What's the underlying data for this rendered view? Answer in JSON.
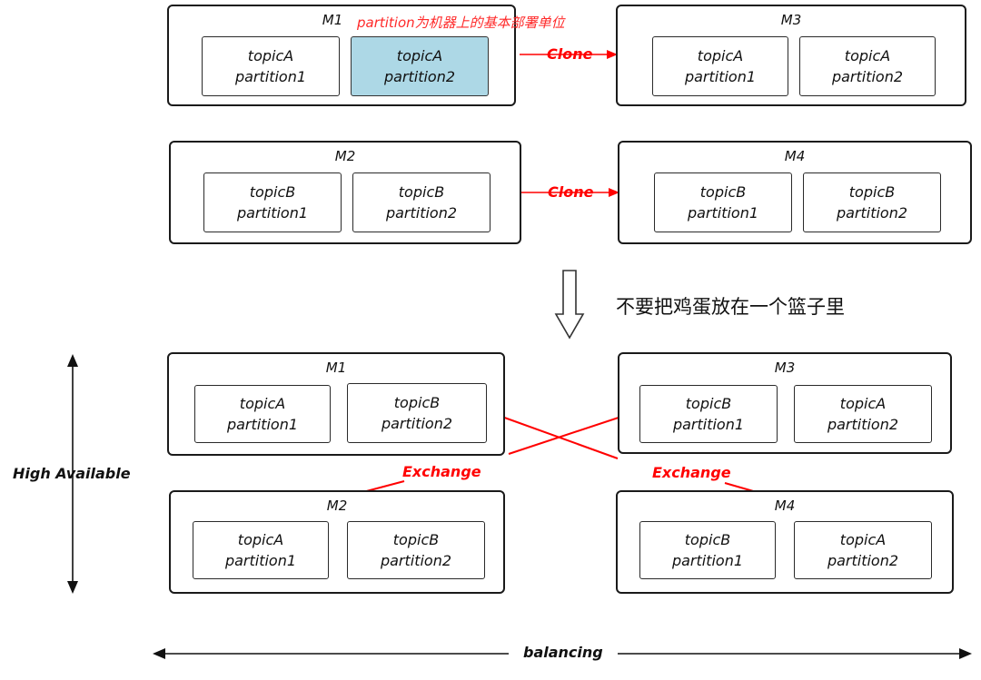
{
  "note": "partition为机器上的基本部署单位",
  "tagline": "不要把鸡蛋放在一个篮子里",
  "clone_label": "Clone",
  "exchange_label": "Exchange",
  "high_available": "High Available",
  "balancing": "balancing",
  "top": {
    "m1": {
      "name": "M1",
      "p1": {
        "topic": "topicA",
        "partition": "partition1"
      },
      "p2": {
        "topic": "topicA",
        "partition": "partition2"
      }
    },
    "m3": {
      "name": "M3",
      "p1": {
        "topic": "topicA",
        "partition": "partition1"
      },
      "p2": {
        "topic": "topicA",
        "partition": "partition2"
      }
    },
    "m2": {
      "name": "M2",
      "p1": {
        "topic": "topicB",
        "partition": "partition1"
      },
      "p2": {
        "topic": "topicB",
        "partition": "partition2"
      }
    },
    "m4": {
      "name": "M4",
      "p1": {
        "topic": "topicB",
        "partition": "partition1"
      },
      "p2": {
        "topic": "topicB",
        "partition": "partition2"
      }
    }
  },
  "bottom": {
    "m1": {
      "name": "M1",
      "p1": {
        "topic": "topicA",
        "partition": "partition1"
      },
      "p2": {
        "topic": "topicB",
        "partition": "partition2"
      }
    },
    "m3": {
      "name": "M3",
      "p1": {
        "topic": "topicB",
        "partition": "partition1"
      },
      "p2": {
        "topic": "topicA",
        "partition": "partition2"
      }
    },
    "m2": {
      "name": "M2",
      "p1": {
        "topic": "topicA",
        "partition": "partition1"
      },
      "p2": {
        "topic": "topicB",
        "partition": "partition2"
      }
    },
    "m4": {
      "name": "M4",
      "p1": {
        "topic": "topicB",
        "partition": "partition1"
      },
      "p2": {
        "topic": "topicA",
        "partition": "partition2"
      }
    }
  },
  "colors": {
    "accent": "#ff0000",
    "highlight": "#add8e6",
    "stroke": "#1a1a1a"
  }
}
